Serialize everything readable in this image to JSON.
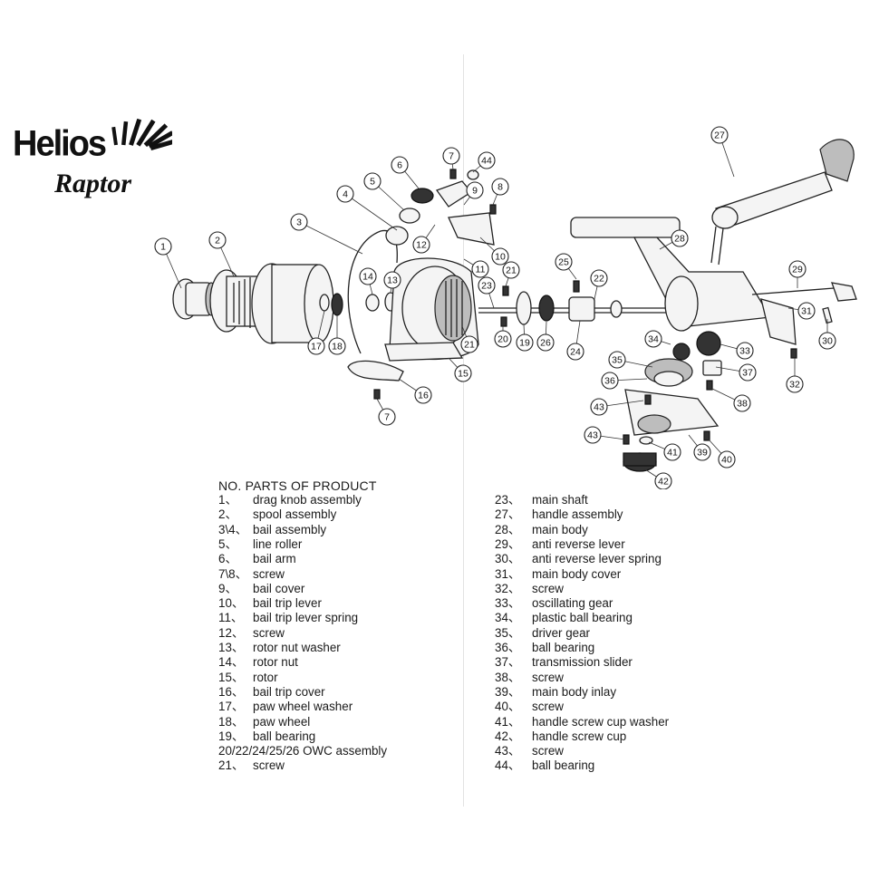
{
  "logo": {
    "brand": "Helios",
    "model": "Raptor"
  },
  "callouts": [
    {
      "label": "1"
    },
    {
      "label": "2"
    },
    {
      "label": "3"
    },
    {
      "label": "4"
    },
    {
      "label": "5"
    },
    {
      "label": "6"
    },
    {
      "label": "7"
    },
    {
      "label": "44"
    },
    {
      "label": "8"
    },
    {
      "label": "9"
    },
    {
      "label": "12"
    },
    {
      "label": "10"
    },
    {
      "label": "11"
    },
    {
      "label": "21"
    },
    {
      "label": "25"
    },
    {
      "label": "22"
    },
    {
      "label": "23"
    },
    {
      "label": "14"
    },
    {
      "label": "13"
    },
    {
      "label": "17"
    },
    {
      "label": "18"
    },
    {
      "label": "20"
    },
    {
      "label": "19"
    },
    {
      "label": "26"
    },
    {
      "label": "24"
    },
    {
      "label": "21"
    },
    {
      "label": "15"
    },
    {
      "label": "16"
    },
    {
      "label": "7"
    },
    {
      "label": "27"
    },
    {
      "label": "28"
    },
    {
      "label": "29"
    },
    {
      "label": "31"
    },
    {
      "label": "30"
    },
    {
      "label": "34"
    },
    {
      "label": "33"
    },
    {
      "label": "35"
    },
    {
      "label": "37"
    },
    {
      "label": "32"
    },
    {
      "label": "36"
    },
    {
      "label": "38"
    },
    {
      "label": "43"
    },
    {
      "label": "43"
    },
    {
      "label": "41"
    },
    {
      "label": "39"
    },
    {
      "label": "40"
    },
    {
      "label": "42"
    }
  ],
  "parts_list": {
    "header": "NO.  PARTS OF PRODUCT",
    "left": [
      {
        "num": "1、",
        "name": "drag knob assembly"
      },
      {
        "num": "2、",
        "name": "spool assembly"
      },
      {
        "num": "3\\4、",
        "name": "bail assembly"
      },
      {
        "num": "5、",
        "name": "line roller"
      },
      {
        "num": "6、",
        "name": "bail arm"
      },
      {
        "num": "7\\8、",
        "name": "screw"
      },
      {
        "num": "9、",
        "name": "bail cover"
      },
      {
        "num": "10、",
        "name": "bail trip lever"
      },
      {
        "num": "11、",
        "name": "bail trip lever spring"
      },
      {
        "num": "12、",
        "name": "screw"
      },
      {
        "num": "13、",
        "name": "rotor nut washer"
      },
      {
        "num": "14、",
        "name": "rotor nut"
      },
      {
        "num": "15、",
        "name": "rotor"
      },
      {
        "num": "16、",
        "name": "bail trip cover"
      },
      {
        "num": "17、",
        "name": "paw wheel washer"
      },
      {
        "num": "18、",
        "name": "paw wheel"
      },
      {
        "num": "19、",
        "name": "ball bearing"
      },
      {
        "num": "20/22/24/25/26",
        "name": "OWC assembly"
      },
      {
        "num": "21、",
        "name": "screw"
      }
    ],
    "right": [
      {
        "num": "23、",
        "name": "main shaft"
      },
      {
        "num": "27、",
        "name": "handle assembly"
      },
      {
        "num": "28、",
        "name": "main body"
      },
      {
        "num": "29、",
        "name": "anti reverse lever"
      },
      {
        "num": "30、",
        "name": "anti reverse lever spring"
      },
      {
        "num": "31、",
        "name": "main body cover"
      },
      {
        "num": "32、",
        "name": "screw"
      },
      {
        "num": "33、",
        "name": "oscillating gear"
      },
      {
        "num": "34、",
        "name": "plastic ball bearing"
      },
      {
        "num": "35、",
        "name": "driver gear"
      },
      {
        "num": "36、",
        "name": "ball bearing"
      },
      {
        "num": "37、",
        "name": "transmission slider"
      },
      {
        "num": "38、",
        "name": "screw"
      },
      {
        "num": "39、",
        "name": "main body inlay"
      },
      {
        "num": "40、",
        "name": "screw"
      },
      {
        "num": "41、",
        "name": "handle screw cup washer"
      },
      {
        "num": "42、",
        "name": "handle screw cup"
      },
      {
        "num": "43、",
        "name": "screw"
      },
      {
        "num": "44、",
        "name": "ball bearing"
      }
    ]
  }
}
